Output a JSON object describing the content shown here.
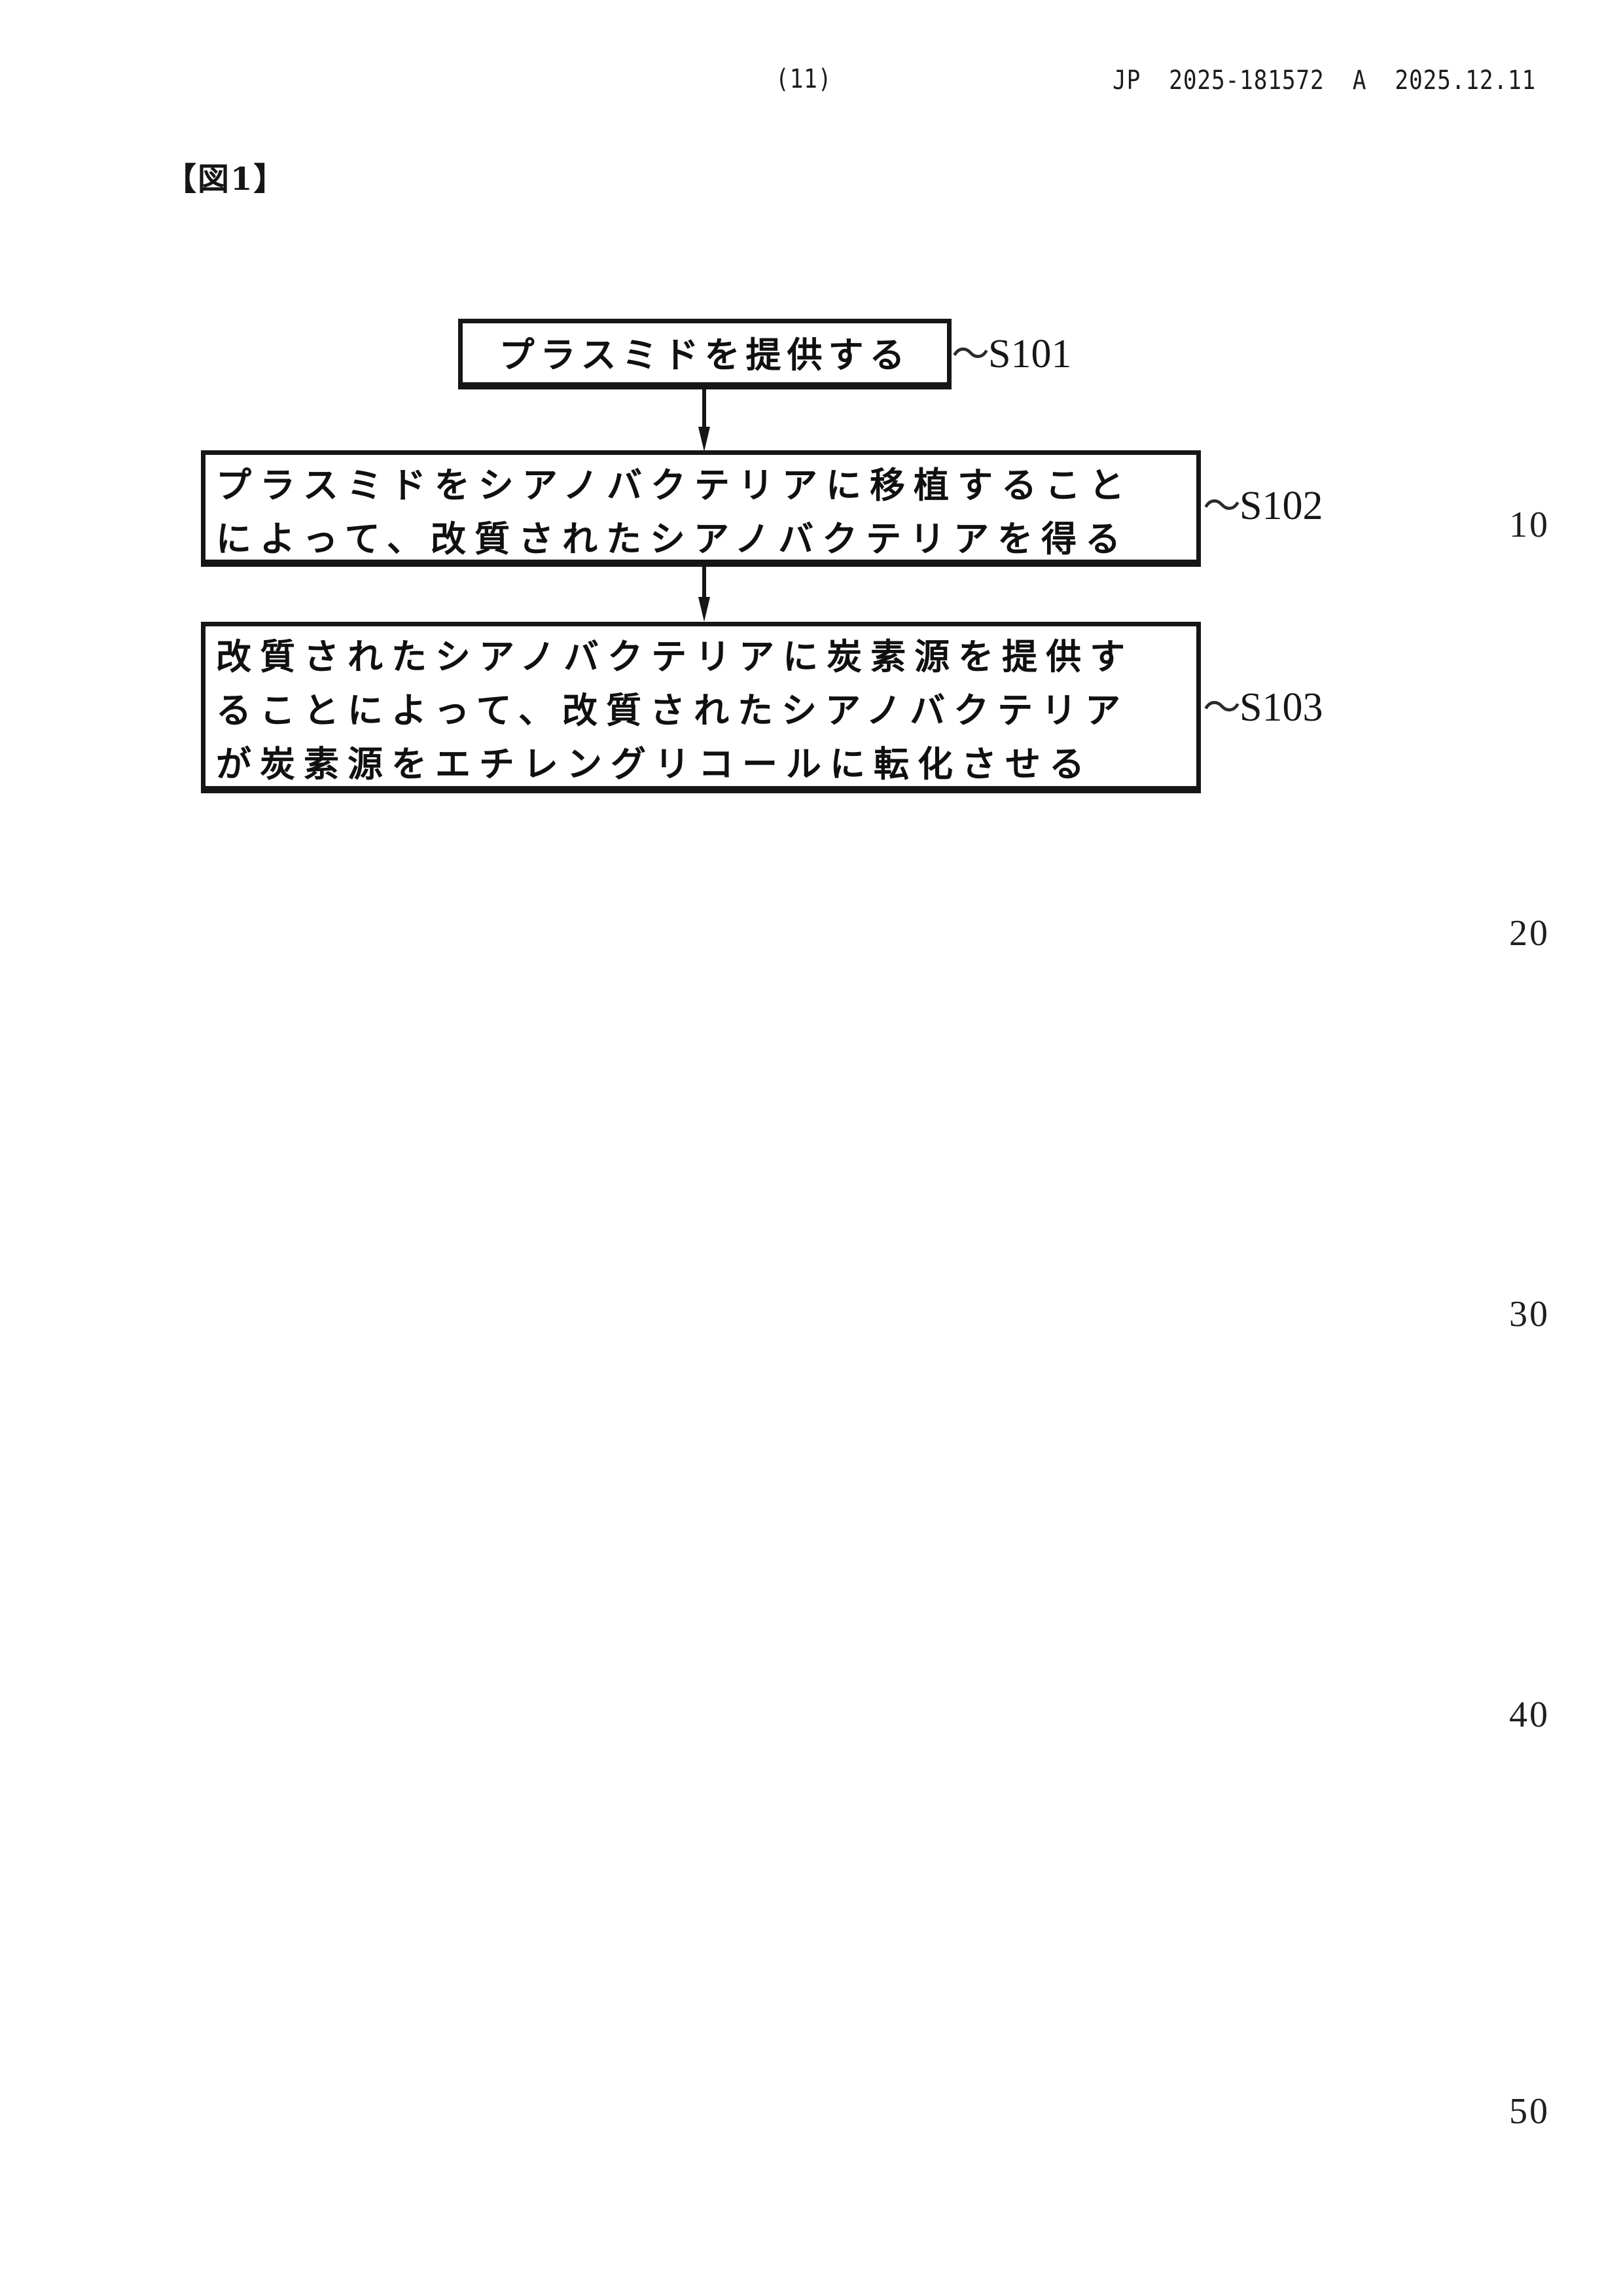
{
  "header": {
    "page_marker": "(11)",
    "publication_number": "JP  2025-181572  A  2025.12.11"
  },
  "figure": {
    "label": "【図1】"
  },
  "flowchart": {
    "connector_glyph": "～",
    "steps": [
      {
        "id": "S101",
        "lines": [
          "プラスミドを提供する"
        ]
      },
      {
        "id": "S102",
        "lines": [
          "プラスミドをシアノバクテリアに移植すること",
          "によって、改質されたシアノバクテリアを得る"
        ]
      },
      {
        "id": "S103",
        "lines": [
          "改質されたシアノバクテリアに炭素源を提供す",
          "ることによって、改質されたシアノバクテリア",
          "が炭素源をエチレングリコールに転化させる"
        ]
      }
    ]
  },
  "margin_numbers": [
    "10",
    "20",
    "30",
    "40",
    "50"
  ],
  "colors": {
    "ink": "#161616",
    "paper": "#ffffff"
  }
}
